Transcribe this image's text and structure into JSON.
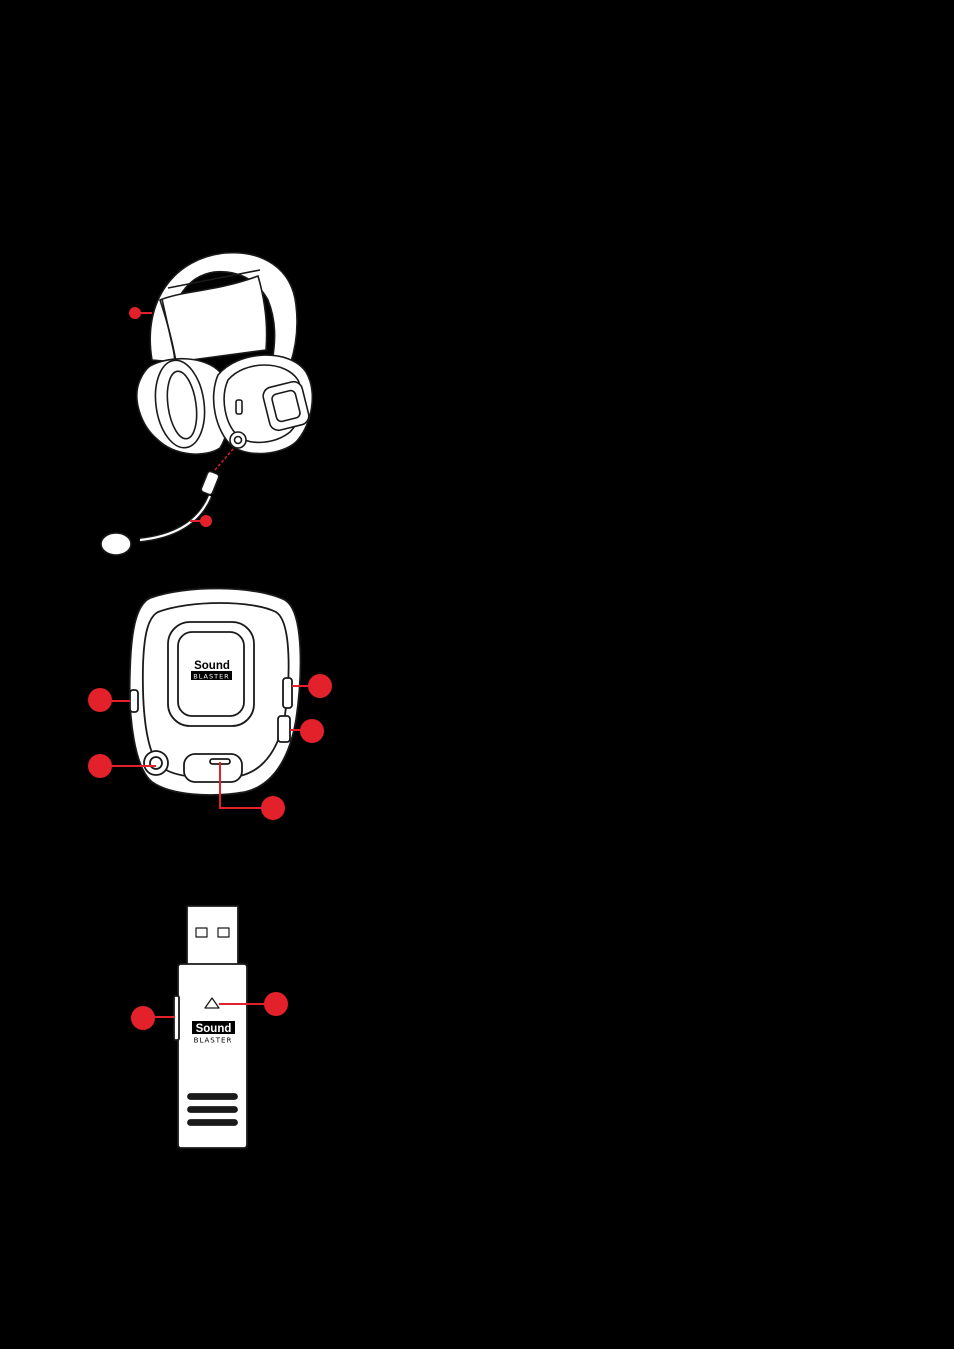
{
  "colors": {
    "background": "#000000",
    "callout": "#e3212b",
    "device_fill": "#ffffff",
    "device_stroke": "#1a1a1a"
  },
  "logo": {
    "word": "Sound",
    "sub": "BLASTER"
  },
  "figures": [
    {
      "name": "headset-with-boom-mic",
      "callouts": 2
    },
    {
      "name": "earcup-side-view",
      "callouts": 5
    },
    {
      "name": "usb-transmitter",
      "callouts": 2
    }
  ]
}
